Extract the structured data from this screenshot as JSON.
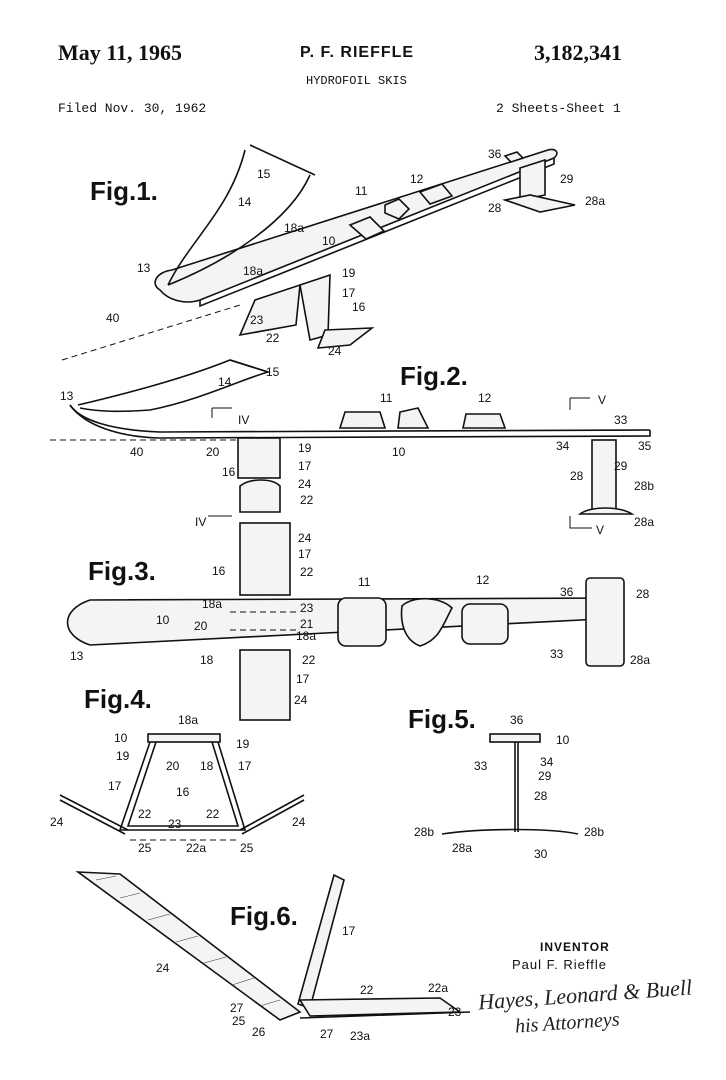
{
  "header": {
    "date": "May 11, 1965",
    "inventor_short": "P. F. RIEFFLE",
    "patent_number": "3,182,341",
    "title": "HYDROFOIL SKIS",
    "filed": "Filed Nov. 30, 1962",
    "sheet": "2 Sheets-Sheet 1"
  },
  "figures": {
    "fig1": {
      "label": "Fig.1.",
      "refs": [
        "36",
        "12",
        "11",
        "29",
        "28a",
        "28",
        "15",
        "14",
        "18a",
        "10",
        "18a",
        "19",
        "17",
        "16",
        "13",
        "40",
        "23",
        "22",
        "24"
      ]
    },
    "fig2": {
      "label": "Fig.2.",
      "refs": [
        "13",
        "14",
        "15",
        "11",
        "12",
        "V",
        "IV",
        "33",
        "34",
        "35",
        "20",
        "19",
        "40",
        "10",
        "17",
        "16",
        "28",
        "29",
        "24",
        "22",
        "28b",
        "IV",
        "V",
        "28a"
      ]
    },
    "fig3": {
      "label": "Fig.3.",
      "refs": [
        "16",
        "24",
        "17",
        "22",
        "18a",
        "23",
        "10",
        "20",
        "21",
        "18a",
        "13",
        "18",
        "22",
        "17",
        "24",
        "11",
        "12",
        "36",
        "28",
        "33",
        "28a"
      ]
    },
    "fig4": {
      "label": "Fig.4.",
      "refs": [
        "18a",
        "10",
        "19",
        "20",
        "18",
        "19",
        "17",
        "17",
        "16",
        "22",
        "22",
        "23",
        "24",
        "24",
        "25",
        "22a",
        "25"
      ]
    },
    "fig5": {
      "label": "Fig.5.",
      "refs": [
        "36",
        "10",
        "33",
        "34",
        "29",
        "28",
        "28b",
        "28b",
        "28a",
        "30"
      ]
    },
    "fig6": {
      "label": "Fig.6.",
      "refs": [
        "17",
        "24",
        "22",
        "22a",
        "27",
        "25",
        "26",
        "27",
        "23a",
        "23"
      ]
    }
  },
  "inventor": {
    "label": "INVENTOR",
    "name": "Paul F. Rieffle",
    "attorney_signature_line1": "Hayes, Leonard & Buell",
    "attorney_signature_line2": "his Attorneys"
  }
}
